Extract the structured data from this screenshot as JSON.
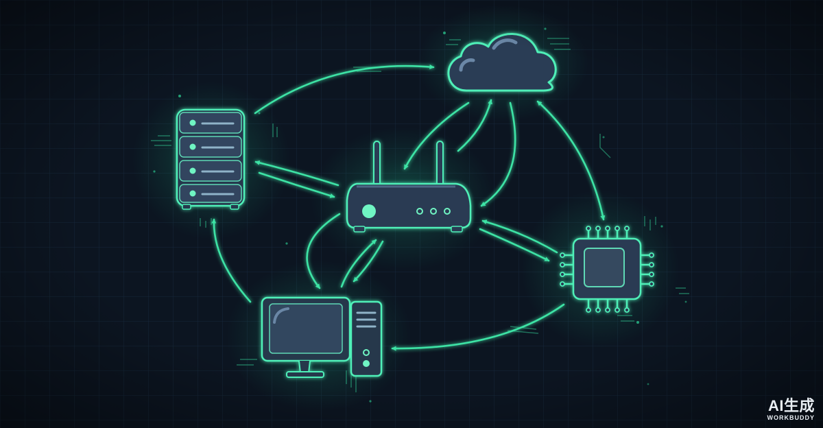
{
  "colors": {
    "background": "#0c1521",
    "grid": "#16283a",
    "device_fill": "#2a3b52",
    "device_stroke": "#4ff0b8",
    "arrow": "#3ee3a5",
    "glow": "#1fd99a"
  },
  "nodes": [
    {
      "name": "server-rack",
      "icon": "server-icon"
    },
    {
      "name": "cloud",
      "icon": "cloud-icon"
    },
    {
      "name": "router",
      "icon": "router-icon"
    },
    {
      "name": "cpu-chip",
      "icon": "chip-icon"
    },
    {
      "name": "desktop-computer",
      "icon": "desktop-icon"
    }
  ],
  "badge": {
    "title": "AI生成",
    "subtitle": "WORKBUDDY"
  }
}
